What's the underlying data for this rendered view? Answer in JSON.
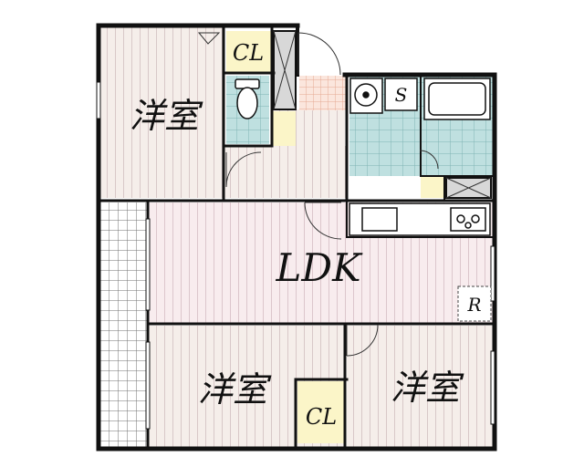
{
  "rooms": {
    "western_top_left": "洋室",
    "western_bottom_left": "洋室",
    "western_bottom_right": "洋室",
    "ldk": "LDK"
  },
  "closets": {
    "top": "CL",
    "bottom": "CL"
  },
  "fixtures": {
    "washbasin_mark": "S",
    "fridge_mark": "R"
  },
  "colors": {
    "wall": "#111111",
    "floor_wood": "#f5eeea",
    "floor_wood_ldk": "#f8ecee",
    "floor_lines": "#d8c8c8",
    "wet_area_tile": "#bfe0e0",
    "closet": "#fbf5c8",
    "balcony_grid": "#707070",
    "entrance_tile": "#f4cfc0"
  }
}
